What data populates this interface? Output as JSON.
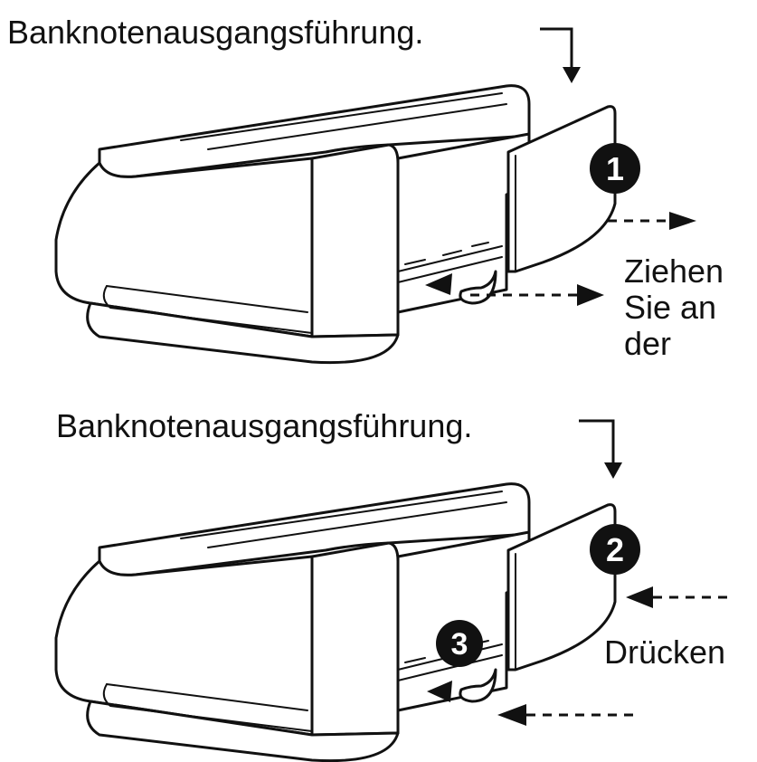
{
  "panel_top": {
    "label": "Banknotenausgangsführung.",
    "step_badge": "1",
    "action_text": [
      "Ziehen",
      "Sie an",
      "der"
    ]
  },
  "panel_bottom": {
    "label": "Banknotenausgangsführung.",
    "step_badge_a": "2",
    "step_badge_b": "3",
    "action_text": "Drücken"
  },
  "colors": {
    "ink": "#111111",
    "paper": "#ffffff"
  }
}
